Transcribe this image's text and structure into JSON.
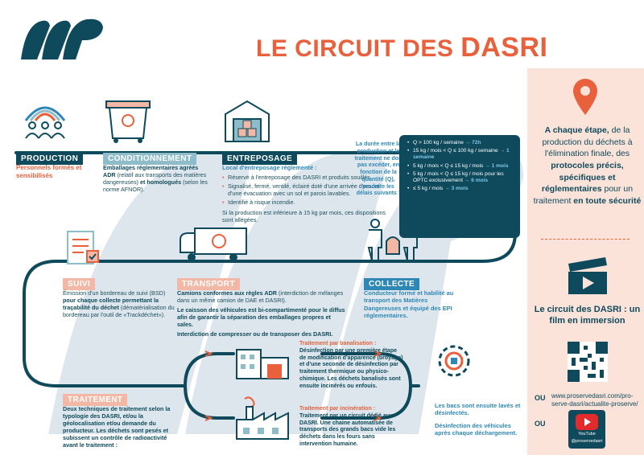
{
  "title": {
    "prefix": "LE CIRCUIT DES ",
    "highlight": "DASRI"
  },
  "production": {
    "head": "PRODUCTION",
    "text": "Personnels formés et sensibilisés"
  },
  "conditionnement": {
    "head": "CONDITIONNEMENT",
    "line1": "Emballages réglementaires agréés",
    "line2": "ADR",
    "line3": " (relatif aux transports des matières dangereuses) ",
    "line4": "et homologués",
    "line5": " (selon les norme AFNOR)."
  },
  "entreposage": {
    "head": "ENTREPOSAGE",
    "sub": "Local d'entreposage réglementé :",
    "items": [
      "Réservé à l'entreposage des DASRI et produits souillés.",
      "Signalisé, fermé, ventilé, éclairé doté d'une arrivée d'eau et d'une évacuation avec un sol et parois lavables.",
      "Identifié à risque incendie."
    ],
    "note": "Si la production est inférieure à 15 kg par mois, ces dispositions sont allégées.",
    "delay_text": "La durée entre la production et le traitement ne doit pas excéder, en fonction de la quantité (Q), produite les délais suivants :",
    "delays": [
      {
        "cond": "Q > 100 kg / semaine ",
        "val": "→ 72h"
      },
      {
        "cond": "15 kg / mois < Q ≤ 100 kg / semaine ",
        "val": "→ 1 semaine"
      },
      {
        "cond": "5 kg / mois < Q ≤ 15 kg / mois ",
        "val": "→ 1 mois"
      },
      {
        "cond": "5 kg / mois < Q ≤ 15 kg / mois pour les OPTC exclusivement ",
        "val": "→ 6 mois"
      },
      {
        "cond": "≤ 5 kg / mois ",
        "val": "→ 3 mois"
      }
    ]
  },
  "suivi": {
    "head": "SUIVI",
    "text1": "Émission d'un bordereau de suivi (BSD) ",
    "text2": "pour chaque collecte permettant la traçabilité du déchet",
    "text3": " (dématérialisation du bordereau par l'outil de «Trackdéchet»)."
  },
  "transport": {
    "head": "TRANSPORT",
    "p1a": "Camions conformes aux règles ADR",
    "p1b": " (interdiction de mélanges dans un même camion de DAE et DASRI).",
    "p2": "Le caisson des véhicules est bi-compartimenté pour le diffus afin de garantir la séparation des emballages propres et sales.",
    "p3": "Interdiction de compresser ou de transposer des DASRI."
  },
  "collecte": {
    "head": "COLLECTE",
    "text": "Conducteur formé et habilité au transport des Matières Dangereuses et équipé des EPI réglementaires."
  },
  "traitement": {
    "head": "TRAITEMENT",
    "text": "Deux techniques de traitement selon la typologie des DASRI, et/ou la géolocalisation et/ou demande du producteur. Les déchets sont pesés et subissent un contrôle de radioactivité avant le traitement :"
  },
  "banalisation": {
    "title": "Traitement par banalisation :",
    "text": "Désinfection par une première étape de modification d'apparence (broyage) et d'une seconde de désinfection par traitement thermique ou physico-chimique. Les déchets banalisés sont ensuite incinérés ou enfouis."
  },
  "incineration": {
    "title": "Traitement par incinération :",
    "text": "Traitement par un circuit dédié aux DASRI. Une chaine automatisée de transports des grands bacs vide les déchets dans les fours sans intervention humaine."
  },
  "lavage": {
    "p1": "Les bacs sont ensuite lavés et désinfectés.",
    "p2": "Désinfection des véhicules après chaque déchargement."
  },
  "side": {
    "l1": "A chaque étape,",
    "l2": "de la production du déchets à l'élimination finale, des",
    "l3": "protocoles précis, spécifiques et réglementaires",
    "l4": "pour un traitement",
    "l5": "en toute sécurité",
    "film": "Le circuit des DASRI : un film en immersion",
    "ou1": "OU",
    "url": "www.proservedasri.com/pro-serve-dasri/actualite-proserve/",
    "ou2": "OU",
    "yt_label": "YouTube",
    "yt_handle": "@proservedasri"
  },
  "colors": {
    "navy": "#0e4a5c",
    "orange": "#e8603c",
    "blue": "#2f87b6",
    "peach": "#fbe3d9"
  }
}
